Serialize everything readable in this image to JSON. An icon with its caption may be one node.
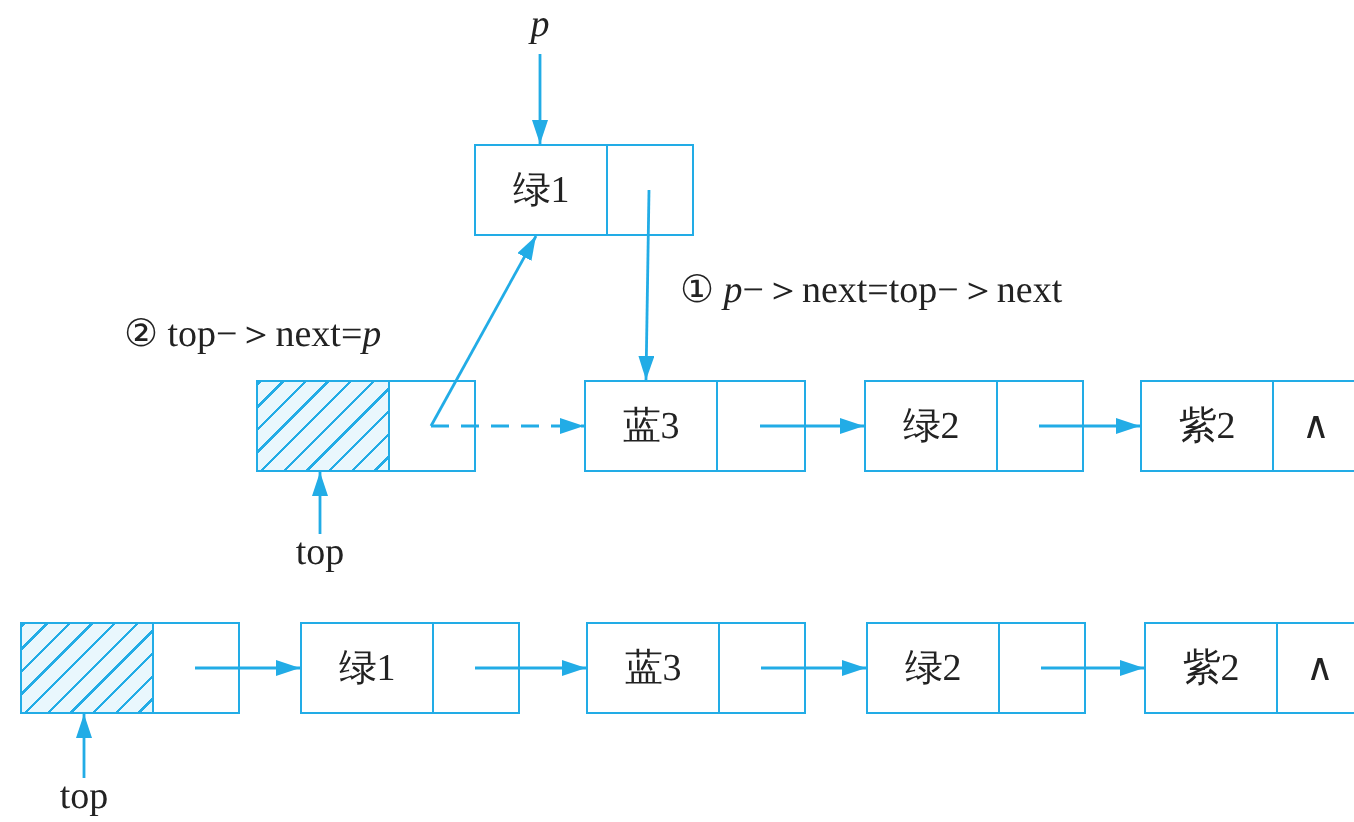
{
  "diagram": {
    "nodes": [
      {
        "text": [
          "p"
        ]
      },
      {
        "text": [
          "绿1"
        ]
      },
      {
        "text": [],
        "shape": "box"
      },
      {
        "text": [
          "蓝3"
        ]
      },
      {
        "text": [
          "绿2"
        ]
      },
      {
        "text": [
          "紫2",
          "∧"
        ]
      },
      {
        "text": [
          "top"
        ]
      },
      {
        "text": [],
        "shape": "box"
      },
      {
        "text": [
          "绿1"
        ]
      },
      {
        "text": [
          "蓝3"
        ]
      },
      {
        "text": [
          "绿2"
        ]
      },
      {
        "text": [
          "紫2",
          "∧"
        ]
      },
      {
        "text": [
          "top"
        ]
      }
    ],
    "edges": [
      {
        "from": 0,
        "to": 1,
        "arrow": "to"
      },
      {
        "from": 1,
        "to": 3,
        "arrow": "to",
        "label": "① *p*−＞next=top−＞next"
      },
      {
        "from": 2,
        "to": 1,
        "arrow": "to",
        "label": "② top−＞next=*p*"
      },
      {
        "from": 2,
        "to": 3,
        "arrow": "to",
        "style": "dashed"
      },
      {
        "from": 3,
        "to": 4,
        "arrow": "to"
      },
      {
        "from": 4,
        "to": 5,
        "arrow": "to"
      },
      {
        "from": 6,
        "to": 2,
        "arrow": "to"
      },
      {
        "from": 7,
        "to": 8,
        "arrow": "to"
      },
      {
        "from": 8,
        "to": 9,
        "arrow": "to"
      },
      {
        "from": 9,
        "to": 10,
        "arrow": "to"
      },
      {
        "from": 10,
        "to": 11,
        "arrow": "to"
      },
      {
        "from": 12,
        "to": 7,
        "arrow": "to"
      }
    ]
  }
}
